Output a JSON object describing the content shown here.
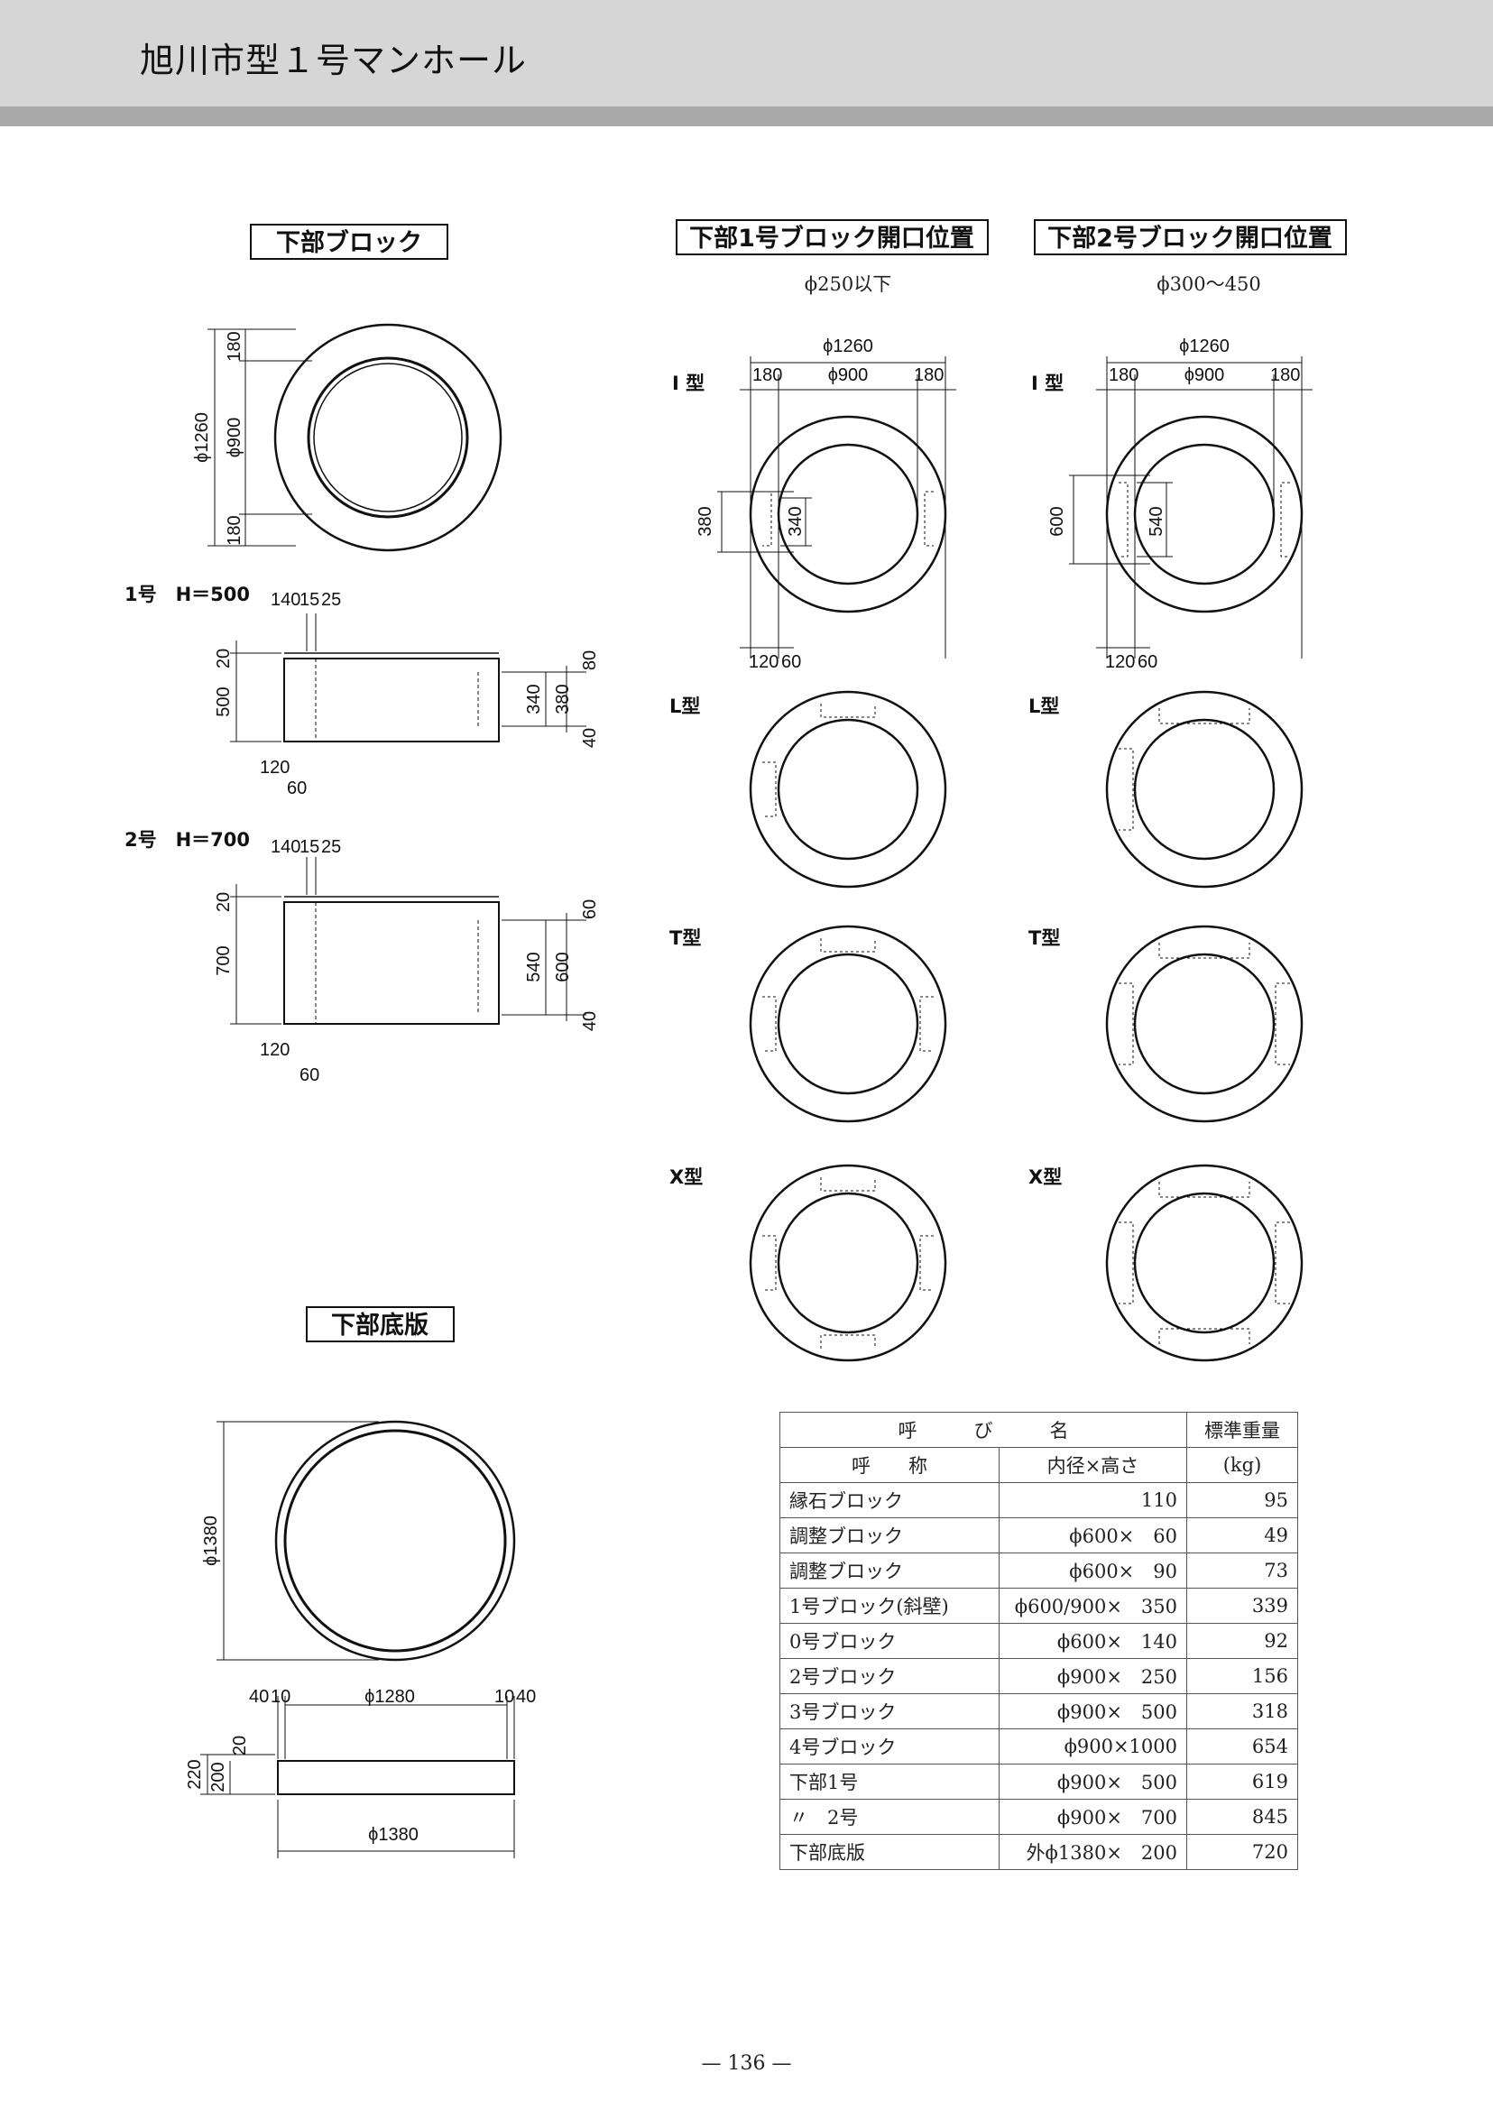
{
  "page_title": "旭川市型１号マンホール",
  "sections": {
    "lower_block": "下部ブロック",
    "block1_openings": "下部1号ブロック開口位置",
    "block2_openings": "下部2号ブロック開口位置",
    "base_slab": "下部底版"
  },
  "notes": {
    "block1_opening_dia": "ϕ250以下",
    "block2_opening_dia": "ϕ300～450"
  },
  "lower_block_plan": {
    "outer": "ϕ1260",
    "inner": "ϕ900",
    "wall_top": "180",
    "wall_bottom": "180"
  },
  "lower_block_1": {
    "label": "1号　H＝500",
    "d140": "140",
    "d15": "15",
    "d25": "25",
    "d20": "20",
    "d500": "500",
    "d120": "120",
    "d60": "60",
    "d80": "80",
    "d340": "340",
    "d380": "380",
    "d40": "40"
  },
  "lower_block_2": {
    "label": "2号　H＝700",
    "d140": "140",
    "d15": "15",
    "d25": "25",
    "d20": "20",
    "d700": "700",
    "d120": "120",
    "d60": "60",
    "d60b": "60",
    "d540": "540",
    "d600": "600",
    "d40": "40"
  },
  "types": {
    "i": "I 型",
    "l": "L型",
    "t": "T型",
    "x": "X型"
  },
  "block1_dims": {
    "outer": "ϕ1260",
    "inner": "ϕ900",
    "left": "180",
    "right": "180",
    "h380": "380",
    "h340": "340",
    "b120": "120",
    "b60": "60"
  },
  "block2_dims": {
    "outer": "ϕ1260",
    "inner": "ϕ900",
    "left": "180",
    "right": "180",
    "h600": "600",
    "h540": "540",
    "b120": "120",
    "b60": "60"
  },
  "base_dims": {
    "plan": "ϕ1380",
    "d40l": "40",
    "d10l": "10",
    "inner": "ϕ1280",
    "d10r": "10",
    "d40r": "40",
    "d220": "220",
    "d200": "200",
    "d20": "20",
    "bottom": "ϕ1380"
  },
  "table": {
    "header": {
      "group": "呼　　　び　　　名",
      "weight": "標準重量",
      "name": "呼　　称",
      "size": "内径×高さ",
      "unit": "(kg)"
    },
    "rows": [
      {
        "name": "縁石ブロック",
        "size": "110",
        "weight": "95"
      },
      {
        "name": "調整ブロック",
        "size": "ϕ600×　60",
        "weight": "49"
      },
      {
        "name": "調整ブロック",
        "size": "ϕ600×　90",
        "weight": "73"
      },
      {
        "name": "1号ブロック(斜壁)",
        "size": "ϕ600/900×　350",
        "weight": "339"
      },
      {
        "name": "0号ブロック",
        "size": "ϕ600×　140",
        "weight": "92"
      },
      {
        "name": "2号ブロック",
        "size": "ϕ900×　250",
        "weight": "156"
      },
      {
        "name": "3号ブロック",
        "size": "ϕ900×　500",
        "weight": "318"
      },
      {
        "name": "4号ブロック",
        "size": "ϕ900×1000",
        "weight": "654"
      },
      {
        "name": "下部1号",
        "size": "ϕ900×　500",
        "weight": "619"
      },
      {
        "name": "〃　2号",
        "size": "ϕ900×　700",
        "weight": "845"
      },
      {
        "name": "下部底版",
        "size": "外ϕ1380×　200",
        "weight": "720"
      }
    ]
  },
  "page_number": "— 136 —"
}
